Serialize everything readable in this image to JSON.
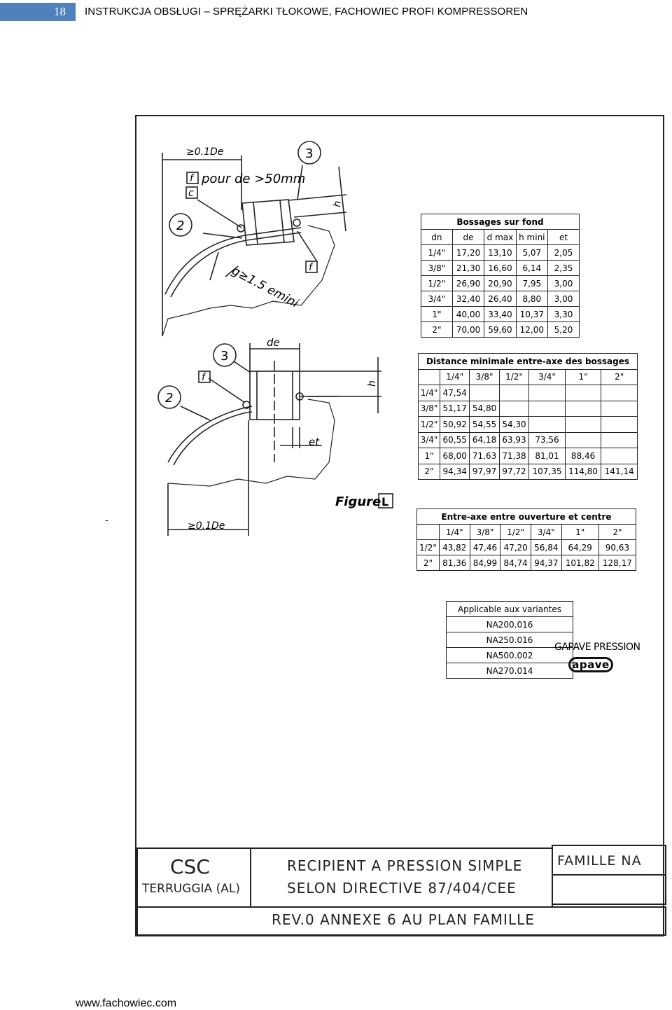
{
  "header": {
    "page_number": "18",
    "title": "INSTRUKCJA OBSŁUGI – SPRĘŻARKI TŁOKOWE, FACHOWIEC PROFI KOMPRESSOREN"
  },
  "footer": {
    "url": "www.fachowiec.com"
  },
  "stray_mark": "-",
  "drawing": {
    "top_detail": {
      "dim_label": "≥0.1De",
      "note": "pour de >50mm",
      "symbol_f": "f",
      "symbol_c": "c",
      "callout_3": "3",
      "callout_2": "2",
      "g_label": "g≥1.5 emini",
      "h_label": "h",
      "f2_label": "f"
    },
    "bottom_detail": {
      "de_label": "de",
      "callout_3": "3",
      "callout_2": "2",
      "symbol_f": "f",
      "h_label": "h",
      "et_label": "et",
      "dim_label": "≥0.1De"
    },
    "figure_label": "Figure",
    "figure_letter": "L"
  },
  "bossages_table": {
    "title": "Bossages sur fond",
    "headers": [
      "dn",
      "de",
      "d max",
      "h mini",
      "et"
    ],
    "rows": [
      [
        "1/4\"",
        "17,20",
        "13,10",
        "5,07",
        "2,05"
      ],
      [
        "3/8\"",
        "21,30",
        "16,60",
        "6,14",
        "2,35"
      ],
      [
        "1/2\"",
        "26,90",
        "20,90",
        "7,95",
        "3,00"
      ],
      [
        "3/4\"",
        "32,40",
        "26,40",
        "8,80",
        "3,00"
      ],
      [
        "1\"",
        "40,00",
        "33,40",
        "10,37",
        "3,30"
      ],
      [
        "2\"",
        "70,00",
        "59,60",
        "12,00",
        "5,20"
      ]
    ]
  },
  "distance_table": {
    "title": "Distance minimale entre-axe des bossages",
    "headers": [
      "",
      "1/4\"",
      "3/8\"",
      "1/2\"",
      "3/4\"",
      "1\"",
      "2\""
    ],
    "rows": [
      [
        "1/4\"",
        "47,54",
        "",
        "",
        "",
        "",
        ""
      ],
      [
        "3/8\"",
        "51,17",
        "54,80",
        "",
        "",
        "",
        ""
      ],
      [
        "1/2\"",
        "50,92",
        "54,55",
        "54,30",
        "",
        "",
        ""
      ],
      [
        "3/4\"",
        "60,55",
        "64,18",
        "63,93",
        "73,56",
        "",
        ""
      ],
      [
        "1\"",
        "68,00",
        "71,63",
        "71,38",
        "81,01",
        "88,46",
        ""
      ],
      [
        "2\"",
        "94,34",
        "97,97",
        "97,72",
        "107,35",
        "114,80",
        "141,14"
      ]
    ]
  },
  "entreaxe_table": {
    "title": "Entre-axe entre ouverture et centre",
    "headers": [
      "",
      "1/4\"",
      "3/8\"",
      "1/2\"",
      "3/4\"",
      "1\"",
      "2\""
    ],
    "rows": [
      [
        "1/2\"",
        "43,82",
        "47,46",
        "47,20",
        "56,84",
        "64,29",
        "90,63"
      ],
      [
        "2\"",
        "81,36",
        "84,99",
        "84,74",
        "94,37",
        "101,82",
        "128,17"
      ]
    ]
  },
  "variantes_table": {
    "title": "Applicable aux variantes",
    "items": [
      "NA200.016",
      "NA250.016",
      "NA500.002",
      "NA270.014"
    ]
  },
  "stamp": {
    "text": "GAPAVE PRESSION",
    "logo": "apave"
  },
  "title_block": {
    "company": "CSC",
    "location": "TERRUGGIA (AL)",
    "line1": "RECIPIENT A PRESSION SIMPLE",
    "line2": "SELON DIRECTIVE 87/404/CEE",
    "family": "FAMILLE NA",
    "revision": "REV.0 ANNEXE 6 AU PLAN FAMILLE"
  }
}
